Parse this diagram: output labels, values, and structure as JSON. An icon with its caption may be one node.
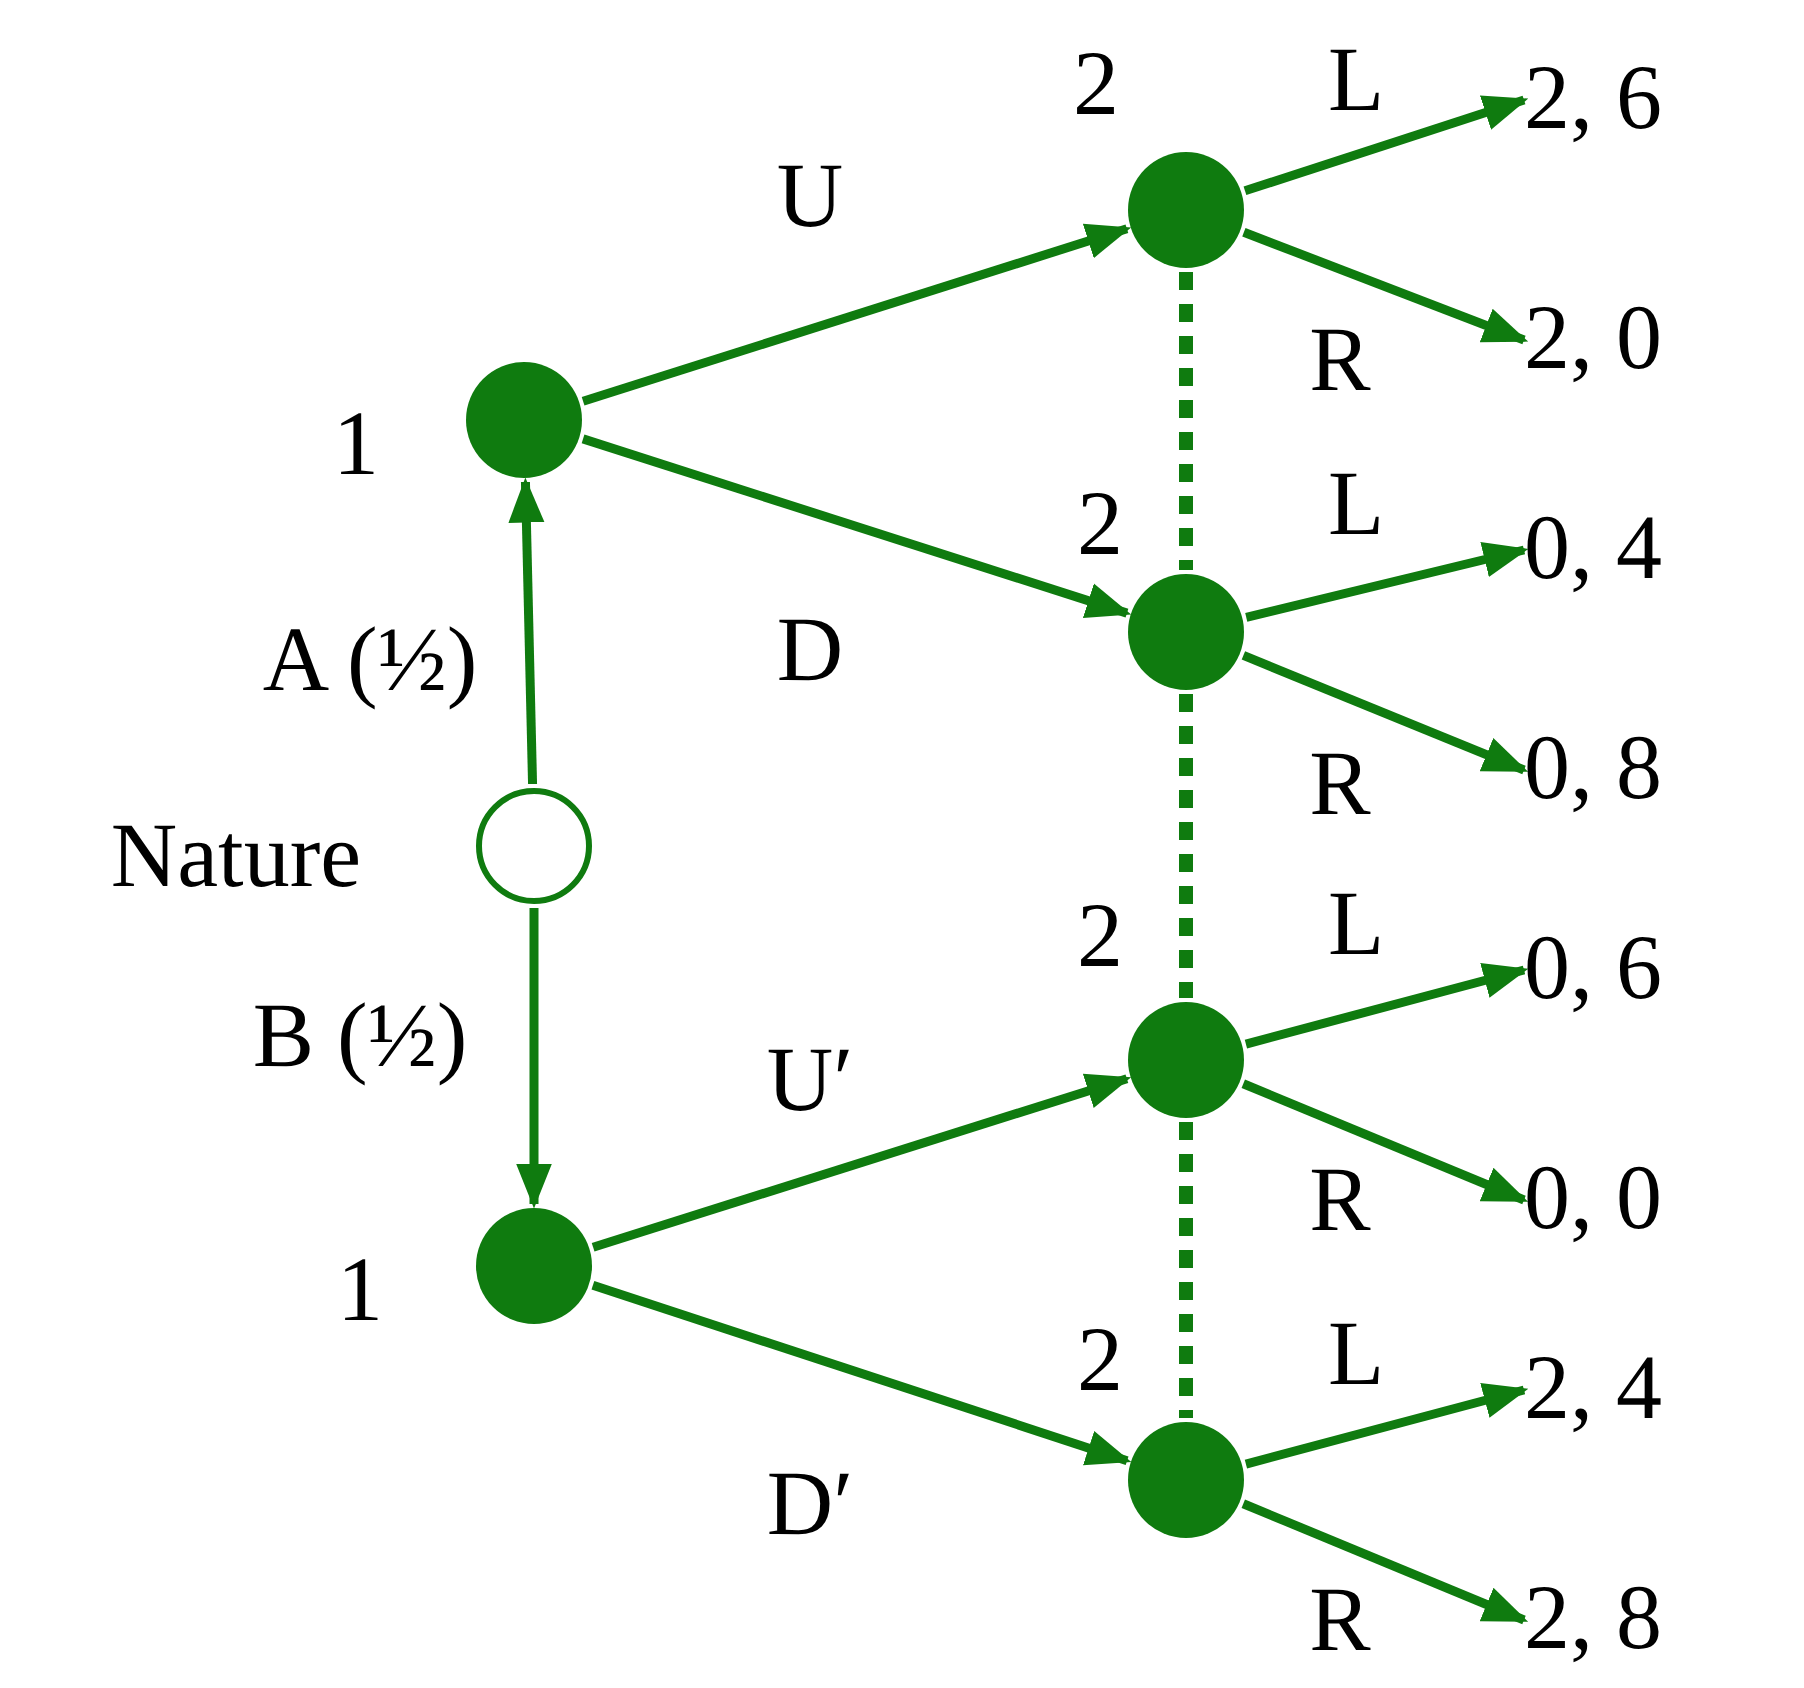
{
  "diagram": {
    "nodes": [
      {
        "text": [],
        "shape": "circle",
        "beside": [
          "Nature"
        ]
      },
      {
        "text": [],
        "shape": "dot",
        "beside": [
          "1"
        ]
      },
      {
        "text": [],
        "shape": "dot",
        "beside": [
          "1"
        ]
      },
      {
        "text": [],
        "shape": "dot",
        "beside": [
          "2"
        ]
      },
      {
        "text": [],
        "shape": "dot",
        "beside": [
          "2"
        ]
      },
      {
        "text": [],
        "shape": "dot",
        "beside": [
          "2"
        ]
      },
      {
        "text": [],
        "shape": "dot",
        "beside": [
          "2"
        ]
      },
      {
        "text": [
          "2, 6"
        ]
      },
      {
        "text": [
          "2, 0"
        ]
      },
      {
        "text": [
          "0, 4"
        ]
      },
      {
        "text": [
          "0, 8"
        ]
      },
      {
        "text": [
          "0, 6"
        ]
      },
      {
        "text": [
          "0, 0"
        ]
      },
      {
        "text": [
          "2, 4"
        ]
      },
      {
        "text": [
          "2, 8"
        ]
      }
    ],
    "edges": [
      {
        "from": 0,
        "to": 1,
        "arrow": "to",
        "label": "A (½)"
      },
      {
        "from": 0,
        "to": 2,
        "arrow": "to",
        "label": "B (½)"
      },
      {
        "from": 1,
        "to": 3,
        "arrow": "to",
        "label": "U"
      },
      {
        "from": 1,
        "to": 4,
        "arrow": "to",
        "label": "D"
      },
      {
        "from": 2,
        "to": 5,
        "arrow": "to",
        "label": "U′"
      },
      {
        "from": 2,
        "to": 6,
        "arrow": "to",
        "label": "D′"
      },
      {
        "from": 3,
        "to": 7,
        "arrow": "to",
        "label": "L"
      },
      {
        "from": 3,
        "to": 8,
        "arrow": "to",
        "label": "R"
      },
      {
        "from": 4,
        "to": 9,
        "arrow": "to",
        "label": "L"
      },
      {
        "from": 4,
        "to": 10,
        "arrow": "to",
        "label": "R"
      },
      {
        "from": 5,
        "to": 11,
        "arrow": "to",
        "label": "L"
      },
      {
        "from": 5,
        "to": 12,
        "arrow": "to",
        "label": "R"
      },
      {
        "from": 6,
        "to": 13,
        "arrow": "to",
        "label": "L"
      },
      {
        "from": 6,
        "to": 14,
        "arrow": "to",
        "label": "R"
      },
      {
        "from": 3,
        "to": 4,
        "arrow": "none",
        "style": "dashed"
      },
      {
        "from": 4,
        "to": 5,
        "arrow": "none",
        "style": "dashed"
      },
      {
        "from": 5,
        "to": 6,
        "arrow": "none",
        "style": "dashed"
      }
    ]
  }
}
